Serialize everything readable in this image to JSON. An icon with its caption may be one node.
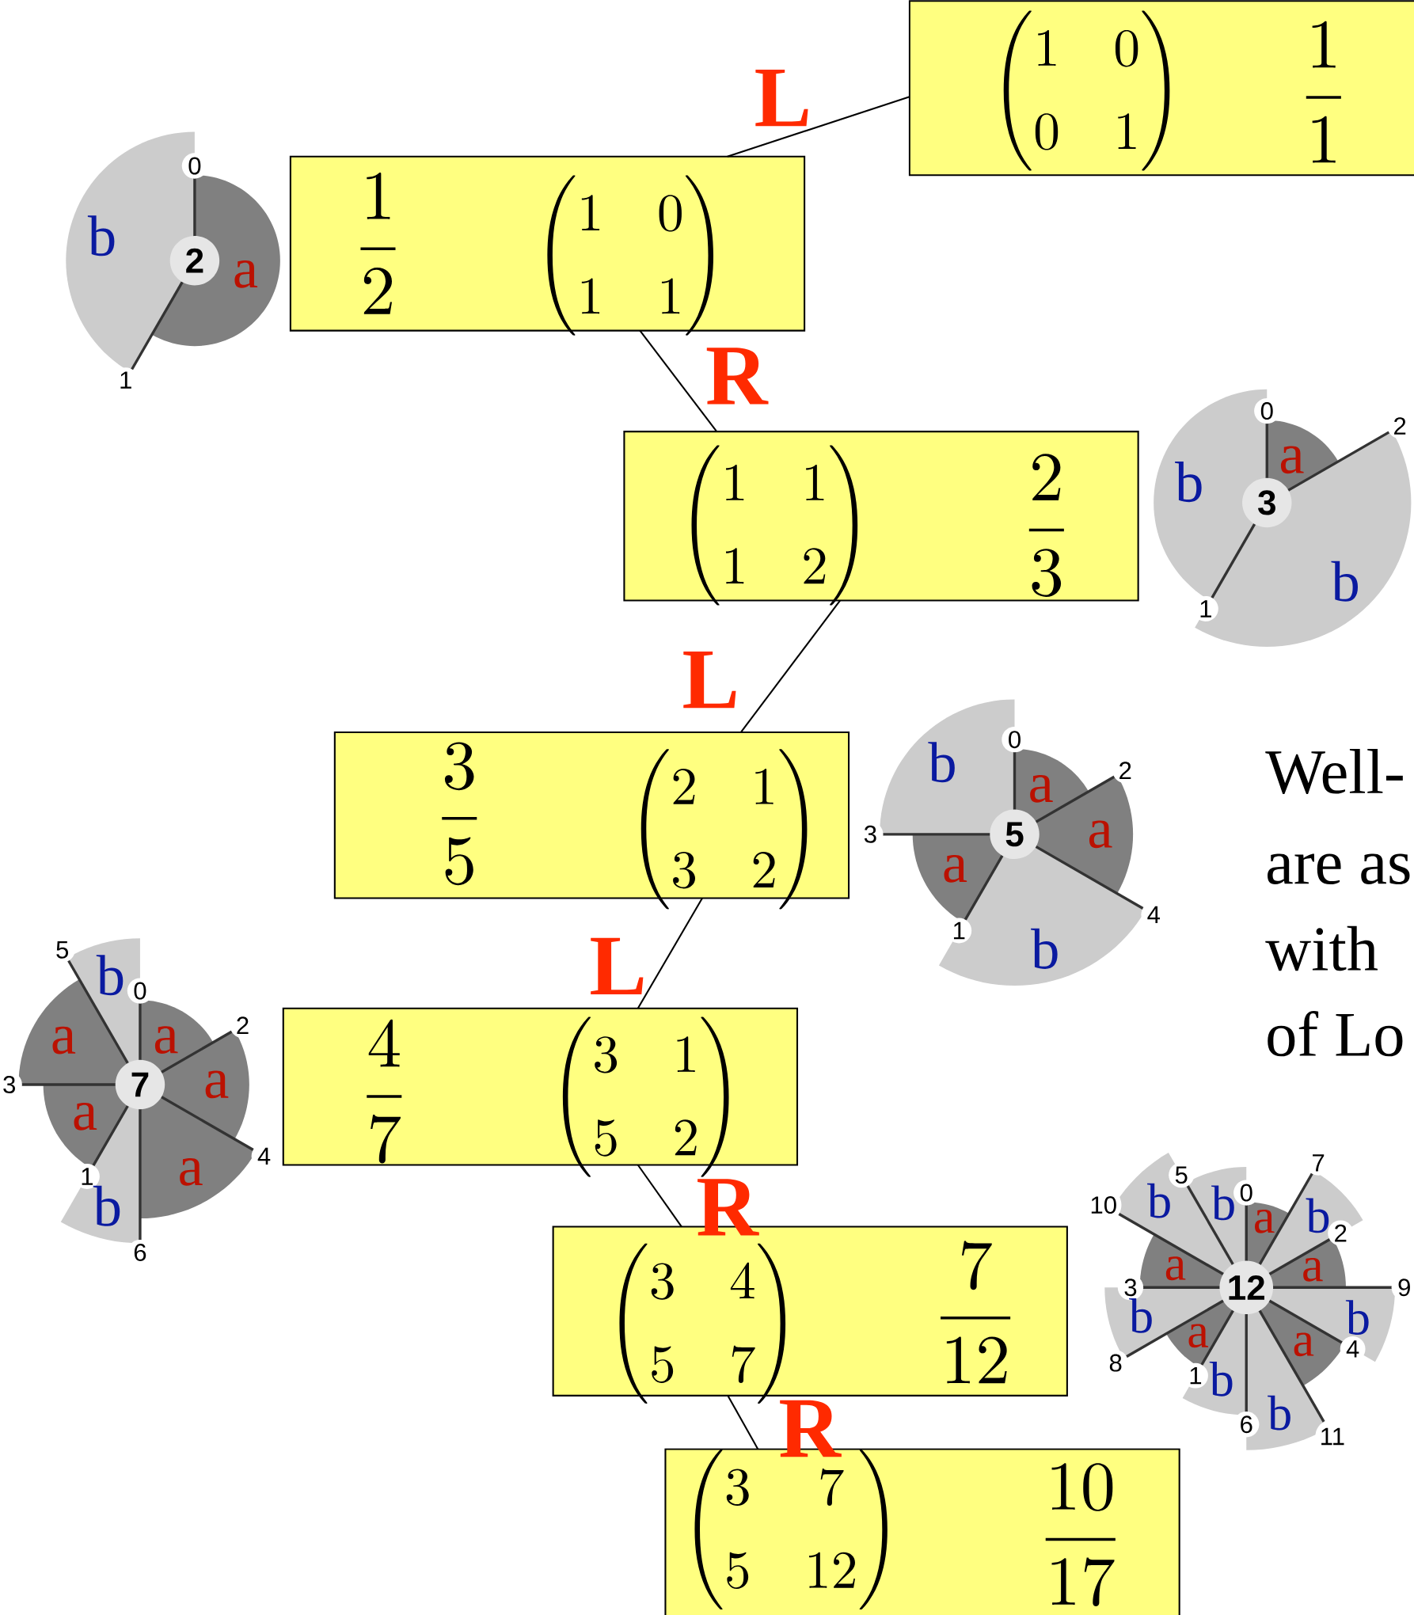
{
  "diagram": {
    "nodes": [
      {
        "text": [
          "\\begin{pmatrix}1&0\\\\0&1\\end{pmatrix}",
          "\\frac{1}{1}"
        ]
      },
      {
        "text": [
          "\\frac{1}{2}",
          "\\begin{pmatrix}1&0\\\\1&1\\end{pmatrix}"
        ]
      },
      {
        "text": [
          "\\begin{pmatrix}1&1\\\\1&2\\end{pmatrix}",
          "\\frac{2}{3}"
        ]
      },
      {
        "text": [
          "\\frac{3}{5}",
          "\\begin{pmatrix}2&1\\\\3&2\\end{pmatrix}"
        ]
      },
      {
        "text": [
          "\\frac{4}{7}",
          "\\begin{pmatrix}3&1\\\\5&2\\end{pmatrix}"
        ]
      },
      {
        "text": [
          "\\begin{pmatrix}3&4\\\\5&7\\end{pmatrix}",
          "\\frac{7}{12}"
        ]
      },
      {
        "text": [
          "\\begin{pmatrix}3&7\\\\5&12\\end{pmatrix}",
          "\\frac{10}{17}"
        ]
      },
      {
        "text": [
          "2"
        ]
      },
      {
        "text": [
          "3"
        ]
      },
      {
        "text": [
          "5"
        ]
      },
      {
        "text": [
          "7"
        ]
      },
      {
        "text": [
          "12"
        ]
      }
    ],
    "edges": [
      {
        "from": 0,
        "to": 1,
        "arrow": "none",
        "label": "L"
      },
      {
        "from": 1,
        "to": 2,
        "arrow": "none",
        "label": "R"
      },
      {
        "from": 2,
        "to": 3,
        "arrow": "none",
        "label": "L"
      },
      {
        "from": 3,
        "to": 4,
        "arrow": "none",
        "label": "L"
      },
      {
        "from": 4,
        "to": 5,
        "arrow": "none",
        "label": "R"
      },
      {
        "from": 5,
        "to": 6,
        "arrow": "none",
        "label": "R"
      }
    ],
    "labels": [
      "0",
      "1",
      "a",
      "b",
      "0",
      "1",
      "2",
      "a",
      "b",
      "b",
      "0",
      "1",
      "2",
      "3",
      "4",
      "a",
      "a",
      "a",
      "b",
      "b",
      "0",
      "1",
      "2",
      "3",
      "4",
      "5",
      "6",
      "a",
      "a",
      "a",
      "a",
      "a",
      "b",
      "b",
      "0",
      "1",
      "2",
      "3",
      "4",
      "5",
      "6",
      "7",
      "8",
      "9",
      "10",
      "11",
      "a",
      "a",
      "a",
      "a",
      "a",
      "b",
      "b",
      "b",
      "b",
      "b",
      "b",
      "b",
      "Well-",
      "are as",
      "with",
      "of Lo"
    ]
  }
}
